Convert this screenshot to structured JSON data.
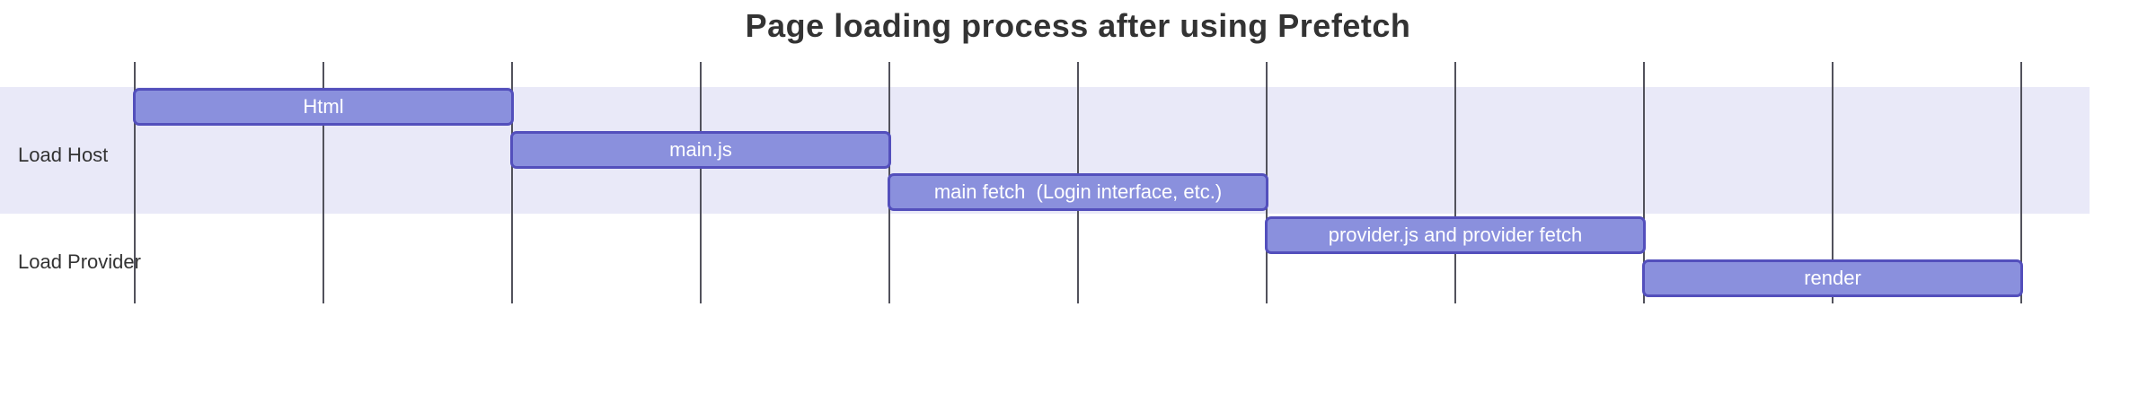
{
  "chart_data": {
    "type": "gantt",
    "title": "Page loading process after using Prefetch",
    "axis": {
      "x_range": [
        0,
        10
      ],
      "gridline_interval": 1,
      "gridline_count": 11,
      "tick_labels": [],
      "grid": "on"
    },
    "legend": "none",
    "sections": [
      {
        "name": "Load Host",
        "tasks": [
          {
            "label": "Html",
            "start": 0,
            "end": 2,
            "row": 0
          },
          {
            "label": "main.js",
            "start": 2,
            "end": 4,
            "row": 1
          },
          {
            "label": "main fetch  (Login interface, etc.)",
            "start": 4,
            "end": 6,
            "row": 2
          }
        ]
      },
      {
        "name": "Load Provider",
        "tasks": [
          {
            "label": "provider.js and provider fetch",
            "start": 6,
            "end": 8,
            "row": 3
          },
          {
            "label": "render",
            "start": 8,
            "end": 10,
            "row": 4
          }
        ]
      }
    ]
  },
  "colors": {
    "background": "#ffffff",
    "text": "#333333",
    "task_fill": "#8a90dd",
    "task_border": "#534fbc",
    "task_text": "#ffffff",
    "section_band": "#e9e9f8",
    "grid_line": "#52525c"
  }
}
